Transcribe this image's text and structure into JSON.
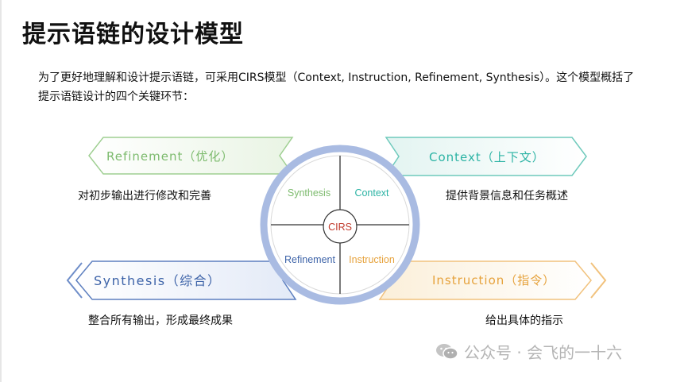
{
  "title": "提示语链的设计模型",
  "intro": "为了更好地理解和设计提示语链，可采用CIRS模型（Context, Instruction, Refinement, Synthesis）。这个模型概括了提示语链设计的四个关键环节：",
  "center_label": "CIRS",
  "quadrants": {
    "synthesis": "Synthesis",
    "context": "Context",
    "refinement": "Refinement",
    "instruction": "Instruction"
  },
  "arrows": {
    "refinement": "Refinement（优化）",
    "context": "Context（上下文）",
    "synthesis": "Synthesis（综合）",
    "instruction": "Instruction（指令）"
  },
  "descriptions": {
    "refinement": "对初步输出进行修改和完善",
    "context": "提供背景信息和任务概述",
    "synthesis": "整合所有输出，形成最终成果",
    "instruction": "给出具体的指示"
  },
  "watermark": "公众号 · 会飞的一十六",
  "colors": {
    "refinement": "#7dbb6e",
    "context": "#2bb3a4",
    "synthesis": "#3d63a8",
    "instruction": "#e6a23c",
    "center": "#c0392b",
    "ring": "#a9bbe2"
  }
}
